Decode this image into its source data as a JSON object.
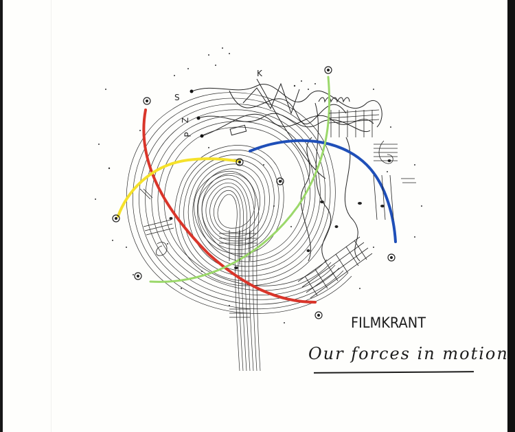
{
  "artwork": {
    "title": "FILMKRANT",
    "subtitle": "Our forces in motion",
    "marks": [
      "K",
      "S",
      "Z",
      "P"
    ],
    "colors": {
      "red": "#d9352a",
      "yellow": "#f5e12b",
      "blue": "#1f4fb8",
      "green": "#9bd86a",
      "ink": "#1f1f1f",
      "paper": "#fefefc"
    }
  }
}
